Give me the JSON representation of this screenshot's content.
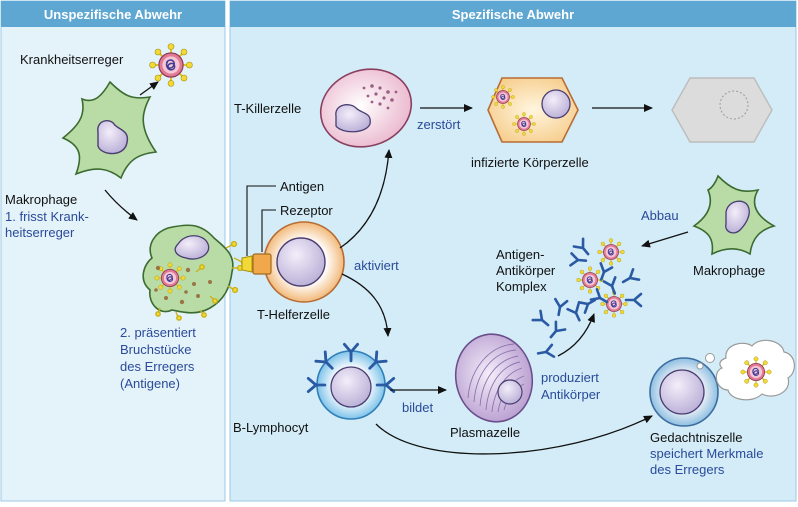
{
  "panels": {
    "left_title": "Unspezifische Abwehr",
    "right_title": "Spezifische Abwehr"
  },
  "labels": {
    "krankheitserreger": "Krankheitserreger",
    "makrophage_left": "Makrophage",
    "frisst_1": "1. frisst Krank-",
    "frisst_2": "heitserreger",
    "praesentiert_1": "2. präsentiert",
    "praesentiert_2": "Bruchstücke",
    "praesentiert_3": "des Erregers",
    "praesentiert_4": "(Antigene)",
    "antigen": "Antigen",
    "rezeptor": "Rezeptor",
    "t_helferzelle": "T-Helferzelle",
    "t_killerzelle": "T-Killerzelle",
    "zerstoert": "zerstört",
    "infizierte": "infizierte Körperzelle",
    "abbau": "Abbau",
    "makrophage_right": "Makrophage",
    "komplex_1": "Antigen-",
    "komplex_2": "Antikörper",
    "komplex_3": "Komplex",
    "aktiviert": "aktiviert",
    "b_lymphocyt": "B-Lymphocyt",
    "bildet": "bildet",
    "plasmazelle": "Plasmazelle",
    "produziert_1": "produziert",
    "produziert_2": "Antikörper",
    "gedaechtnis": "Gedachtniszelle",
    "speichert_1": "speichert Merkmale",
    "speichert_2": "des Erregers"
  },
  "colors": {
    "left_bg": "#e4f3fa",
    "right_bg": "#d3ecf7",
    "header": "#5fa7d3",
    "macrophage": "#b9dca7",
    "nucleus": "#d5cbe6",
    "antibody": "#2b5aa5",
    "virus": "#e07a95",
    "spike": "#e8d22e",
    "label_blue": "#2a4a9a"
  }
}
